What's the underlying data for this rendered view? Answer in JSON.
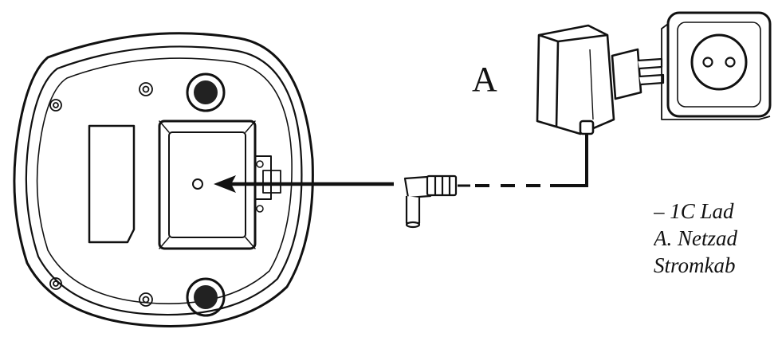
{
  "labels": {
    "adapter_letter": "A"
  },
  "caption": {
    "line1": "– 1C Lad",
    "line2": "A. Netzad",
    "line3": "Stromkab"
  },
  "colors": {
    "ink": "#111111",
    "background": "#ffffff"
  },
  "icons": {
    "base_station": "charging-base-underside-icon",
    "plug": "dc-barrel-plug-icon",
    "adapter": "power-adapter-icon",
    "socket": "wall-socket-icon",
    "arrow": "insert-arrow-icon"
  }
}
